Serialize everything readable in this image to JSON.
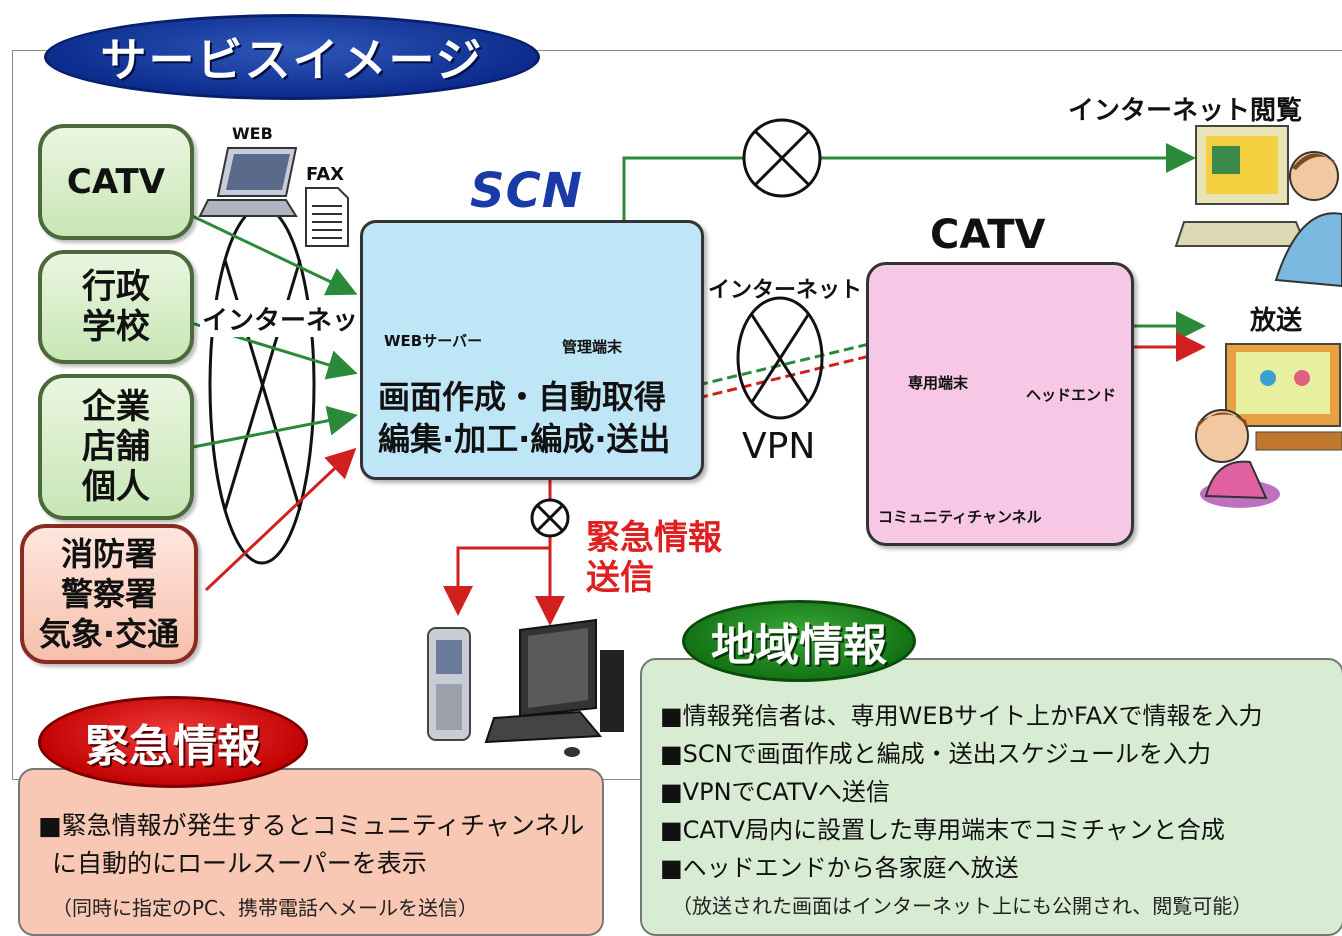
{
  "title": "サービスイメージ",
  "colors": {
    "green_arrow": "#2a8a3a",
    "red_arrow": "#d02020",
    "scn_blue": "#1a3aa8"
  },
  "sources": [
    {
      "label": "CATV"
    },
    {
      "label": "行政\n学校"
    },
    {
      "label": "企業\n店舗\n個人"
    },
    {
      "label": "消防署\n警察署\n気象·交通"
    }
  ],
  "inputs": {
    "web": "WEB",
    "fax": "FAX",
    "internet": "インターネット"
  },
  "scn": {
    "label": "SCN",
    "web_server": "WEBサーバー",
    "terminal": "管理端末",
    "line1": "画面作成・自動取得",
    "line2": "編集·加工·編成·送出"
  },
  "network": {
    "internet": "インターネット",
    "vpn": "VPN"
  },
  "catv": {
    "label": "CATV",
    "terminal": "専用端末",
    "headend": "ヘッドエンド",
    "channel": "コミュニティチャンネル"
  },
  "outputs": {
    "internet_view": "インターネット閲覧",
    "broadcast": "放送"
  },
  "emergency_send": "緊急情報\n送信",
  "local_info": {
    "title": "地域情報",
    "items": [
      "■情報発信者は、専用WEBサイト上かFAXで情報を入力",
      "■SCNで画面作成と編成・送出スケジュールを入力",
      "■VPNでCATVへ送信",
      "■CATV局内に設置した専用端末でコミチャンと合成",
      "■ヘッドエンドから各家庭へ放送"
    ],
    "note": "（放送された画面はインターネット上にも公開され、閲覧可能）"
  },
  "emergency_info": {
    "title": "緊急情報",
    "items": [
      "■緊急情報が発生するとコミュニティチャンネル",
      "に自動的にロールスーパーを表示"
    ],
    "note": "（同時に指定のPC、携帯電話へメールを送信）"
  }
}
